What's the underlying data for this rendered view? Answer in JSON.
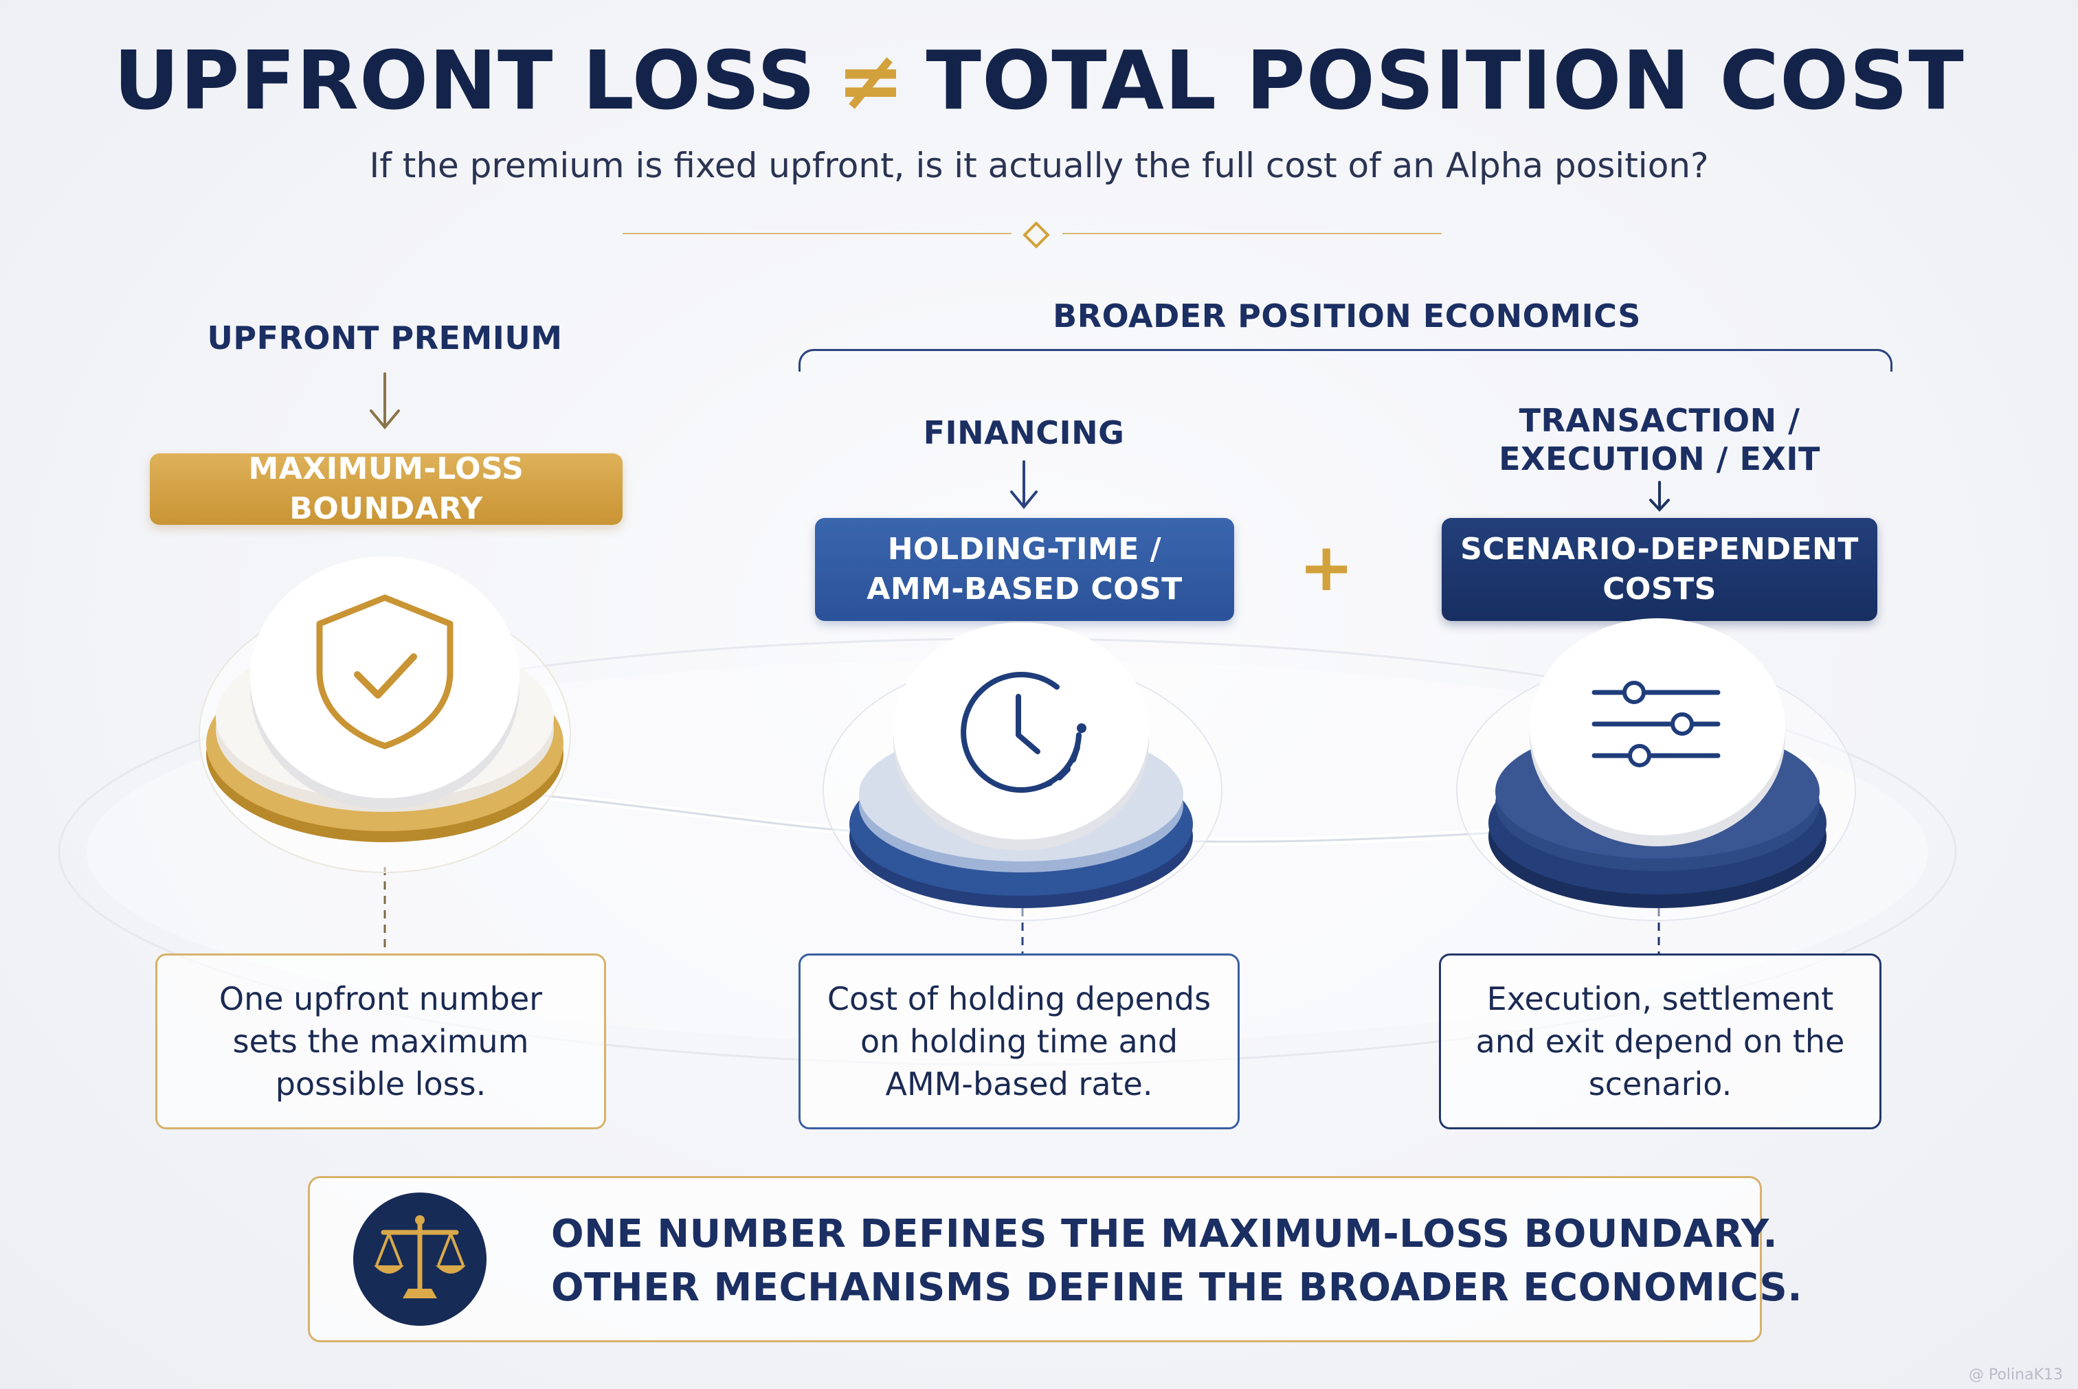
{
  "header": {
    "title_left": "UPFRONT LOSS",
    "title_symbol": "≠",
    "title_right": "TOTAL POSITION COST",
    "subtitle": "If the premium is fixed upfront, is it actually the full cost of an Alpha position?"
  },
  "upfront": {
    "heading": "UPFRONT PREMIUM",
    "box_label": "MAXIMUM-LOSS BOUNDARY",
    "icon": "shield-check-icon",
    "description": "One upfront number sets the maximum possible loss."
  },
  "broader": {
    "heading": "BROADER POSITION ECONOMICS",
    "plus": "+",
    "financing": {
      "heading": "FINANCING",
      "box_line1": "HOLDING-TIME /",
      "box_line2": "AMM-BASED COST",
      "icon": "clock-icon",
      "description": "Cost of holding depends on holding time and AMM-based rate."
    },
    "transaction": {
      "heading_line1": "TRANSACTION /",
      "heading_line2": "EXECUTION / EXIT",
      "box_line1": "SCENARIO-DEPENDENT",
      "box_line2": "COSTS",
      "icon": "sliders-icon",
      "description": "Execution, settlement and exit depend on the scenario."
    }
  },
  "summary": {
    "icon": "scales-icon",
    "line1": "ONE NUMBER DEFINES THE MAXIMUM-LOSS BOUNDARY.",
    "line2": "OTHER MECHANISMS DEFINE THE BROADER ECONOMICS."
  },
  "watermark": "@ PolinaK13",
  "colors": {
    "gold": "#d2a13c",
    "blue": "#2f5aa0",
    "navy": "#172f62",
    "ink": "#14234a"
  }
}
